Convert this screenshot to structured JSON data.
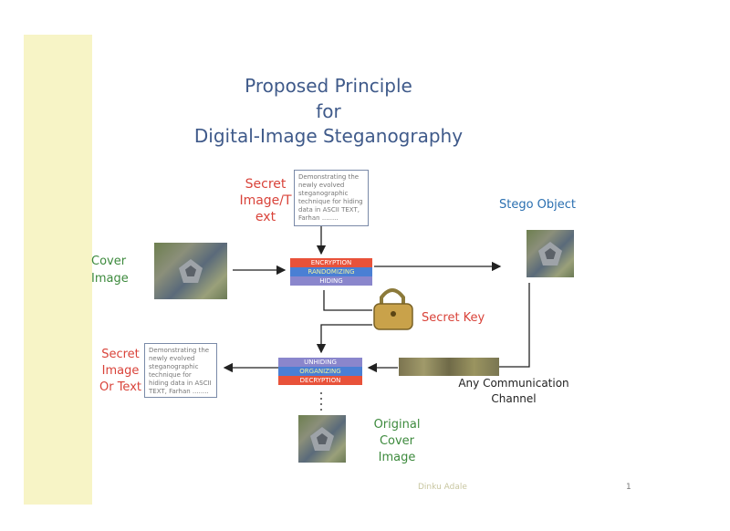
{
  "title_line1": "Proposed Principle",
  "title_line2": "for",
  "title_line3": "Digital-Image Steganography",
  "secret_input": {
    "label_line1": "Secret",
    "label_line2": "Image/T",
    "label_line3": "ext",
    "note": "Demonstrating the newly evolved steganographic technique for hiding data in ASCII TEXT, Farhan ........"
  },
  "cover": {
    "label_line1": "Cover",
    "label_line2": "Image"
  },
  "encode_bands": [
    "ENCRYPTION",
    "RANDOMIZING",
    "HIDING"
  ],
  "stego_label": "Stego Object",
  "secret_key_label": "Secret Key",
  "channel": {
    "line1": "Any Communication",
    "line2": "Channel"
  },
  "decode_bands": [
    "UNHIDING",
    "ORGANIZING",
    "DECRYPTION"
  ],
  "secret_output": {
    "label_line1": "Secret",
    "label_line2": "Image",
    "label_line3": "Or Text",
    "note": "Demonstrating the newly evolved steganographic technique for hiding data in ASCII TEXT, Farhan ........"
  },
  "original": {
    "line1": "Original",
    "line2": "Cover",
    "line3": "Image"
  },
  "footer_author": "Dinku Adale",
  "page_number": "1",
  "colors": {
    "title": "#3f5a8a",
    "red_label": "#d9433a",
    "green_label": "#3d8a3d",
    "blue_label": "#2a6fb0",
    "band_red": "#e8523a",
    "band_blue": "#4a7fd4",
    "band_purple": "#8a86cc",
    "yellow_bar": "#f7f4c6"
  }
}
